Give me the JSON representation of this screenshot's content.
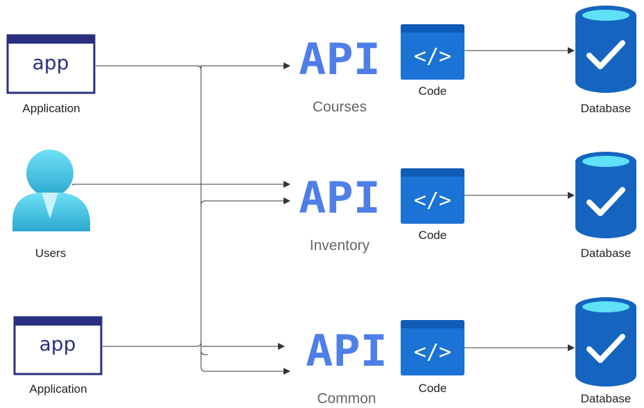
{
  "clients": [
    {
      "icon": "app-window-icon",
      "badge": "app",
      "label": "Application"
    },
    {
      "icon": "user-icon",
      "label": "Users"
    },
    {
      "icon": "app-window-icon",
      "badge": "app",
      "label": "Application"
    }
  ],
  "apis": [
    {
      "icon_text": "API",
      "label": "Courses"
    },
    {
      "icon_text": "API",
      "label": "Inventory"
    },
    {
      "icon_text": "API",
      "label": "Common"
    }
  ],
  "code_blocks": [
    {
      "icon": "code-icon",
      "glyph": "</>",
      "label": "Code"
    },
    {
      "icon": "code-icon",
      "glyph": "</>",
      "label": "Code"
    },
    {
      "icon": "code-icon",
      "glyph": "</>",
      "label": "Code"
    }
  ],
  "databases": [
    {
      "icon": "database-check-icon",
      "label": "Database"
    },
    {
      "icon": "database-check-icon",
      "label": "Database"
    },
    {
      "icon": "database-check-icon",
      "label": "Database"
    }
  ],
  "colors": {
    "app_frame": "#2b2f7f",
    "api_text": "#4f7ee8",
    "code_block": "#1b73d6",
    "database": "#1565c0",
    "user": "#45c7e6",
    "connector": "#333333"
  }
}
